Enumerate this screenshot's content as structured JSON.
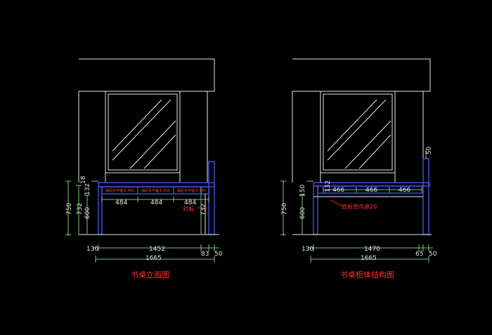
{
  "left": {
    "title": "书桌立面图",
    "note": "封板",
    "dims_horizontal": {
      "d130": "130",
      "d1452": "1452",
      "d83": "83",
      "d50": "50",
      "d1665": "1665",
      "d484a": "484",
      "d484b": "484",
      "d484c": "484"
    },
    "dims_vertical": {
      "d750": "750",
      "d732": "732",
      "d600": "600",
      "d132": "132",
      "d18": "18",
      "d732r": "732"
    },
    "drawer_labels": [
      "抽屉水平轴 E.400",
      "抽屉水平轴 E.400",
      "抽屉水平轴 E.400"
    ]
  },
  "right": {
    "title": "书桌柜体结构图",
    "note": "底板背内退20",
    "dims_horizontal": {
      "d130": "130",
      "d1470": "1470",
      "d65": "65",
      "d50": "50",
      "d1665": "1665",
      "d466a": "466",
      "d466b": "466",
      "d466c": "466"
    },
    "dims_vertical": {
      "d750": "750",
      "d600": "600",
      "d150": "150",
      "d132": "132",
      "d50top": "50"
    }
  }
}
